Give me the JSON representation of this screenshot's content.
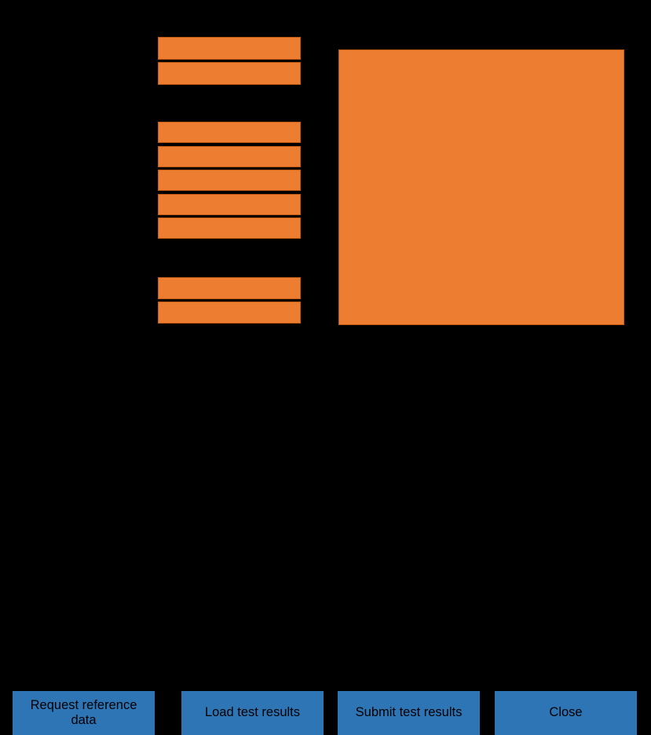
{
  "window": {
    "background_color": "#000000"
  },
  "colors": {
    "field_fill": "#ED7D31",
    "field_border": "#C55A11",
    "button_fill": "#2E75B6",
    "button_text": "#000000",
    "background": "#000000"
  },
  "form": {
    "label_column": {
      "name": "label-column",
      "content": ""
    },
    "field_column": {
      "groups": [
        {
          "name": "field-group-top",
          "rows": [
            {
              "value": ""
            },
            {
              "value": ""
            }
          ]
        },
        {
          "name": "field-group-middle",
          "rows": [
            {
              "value": ""
            },
            {
              "value": ""
            },
            {
              "value": ""
            },
            {
              "value": ""
            },
            {
              "value": ""
            }
          ]
        },
        {
          "name": "field-group-bottom",
          "rows": [
            {
              "value": ""
            },
            {
              "value": ""
            }
          ]
        }
      ]
    },
    "detail_panel": {
      "name": "detail-panel",
      "content": ""
    }
  },
  "buttons": [
    {
      "id": "request-reference-data",
      "label": "Request reference data"
    },
    {
      "id": "load-test-results",
      "label": "Load test results"
    },
    {
      "id": "submit-test-results",
      "label": "Submit test results"
    },
    {
      "id": "close",
      "label": "Close"
    }
  ]
}
